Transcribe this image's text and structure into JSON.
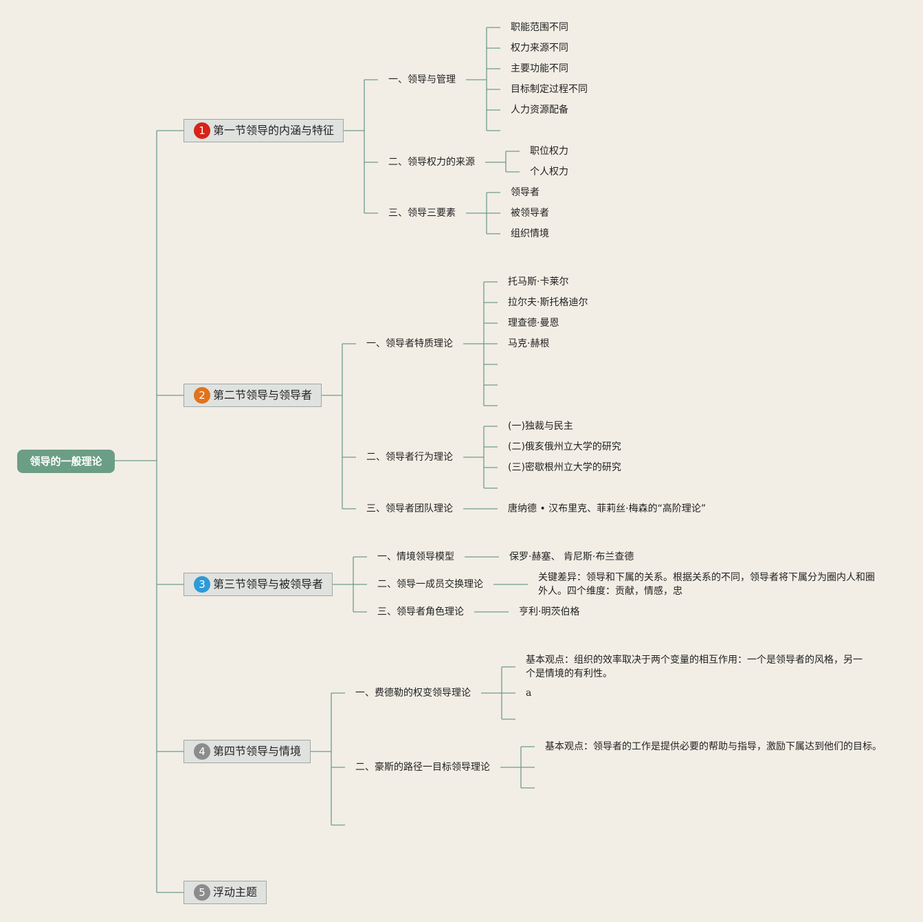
{
  "root": "领导的一般理论",
  "sections": [
    {
      "num": "1",
      "title": "第一节领导的内涵与特征",
      "badge_color": "#d62418"
    },
    {
      "num": "2",
      "title": "第二节领导与领导者",
      "badge_color": "#e0731c"
    },
    {
      "num": "3",
      "title": "第三节领导与被领导者",
      "badge_color": "#2e9ad6"
    },
    {
      "num": "4",
      "title": "第四节领导与情境",
      "badge_color": "#8c8c8c"
    },
    {
      "num": "5",
      "title": "浮动主题",
      "badge_color": "#8c8c8c"
    }
  ],
  "s1": {
    "topic1": "一、领导与管理",
    "topic1_items": [
      "职能范围不同",
      "权力来源不同",
      "主要功能不同",
      "目标制定过程不同",
      "人力资源配备"
    ],
    "topic2": "二、领导权力的来源",
    "topic2_items": [
      "职位权力",
      "个人权力"
    ],
    "topic3": "三、领导三要素",
    "topic3_items": [
      "领导者",
      "被领导者",
      "组织情境"
    ]
  },
  "s2": {
    "topic1": "一、领导者特质理论",
    "topic1_items": [
      "托马斯·卡莱尔",
      "拉尔夫·斯托格迪尔",
      "理查德·曼恩",
      "马克·赫根"
    ],
    "topic2": "二、领导者行为理论",
    "topic2_items": [
      "(一)独裁与民主",
      "(二)俄亥俄州立大学的研究",
      "(三)密歇根州立大学的研究"
    ],
    "topic3": "三、领导者团队理论",
    "topic3_item": "唐纳德 • 汉布里克、菲莉丝·梅森的“高阶理论”"
  },
  "s3": {
    "topic1": "一、情境领导模型",
    "topic1_item": "保罗·赫塞、 肯尼斯·布兰查德",
    "topic2": "二、领导一成员交换理论",
    "topic2_item": "关键差异：领导和下属的关系。根据关系的不同，领导者将下属分为圈内人和圈外人。四个维度：贡献，情感，忠",
    "topic3": "三、领导者角色理论",
    "topic3_item": "亨利·明茨伯格"
  },
  "s4": {
    "topic1": "一、费德勒的权变领导理论",
    "topic1_item1": "基本观点：组织的效率取决于两个变量的相互作用：一个是领导者的风格，另一个是情境的有利性。",
    "topic1_item2": "a",
    "topic2": "二、豪斯的路径一目标领导理论",
    "topic2_item1": "基本观点：领导者的工作是提供必要的帮助与指导，激励下属达到他们的目标。"
  }
}
